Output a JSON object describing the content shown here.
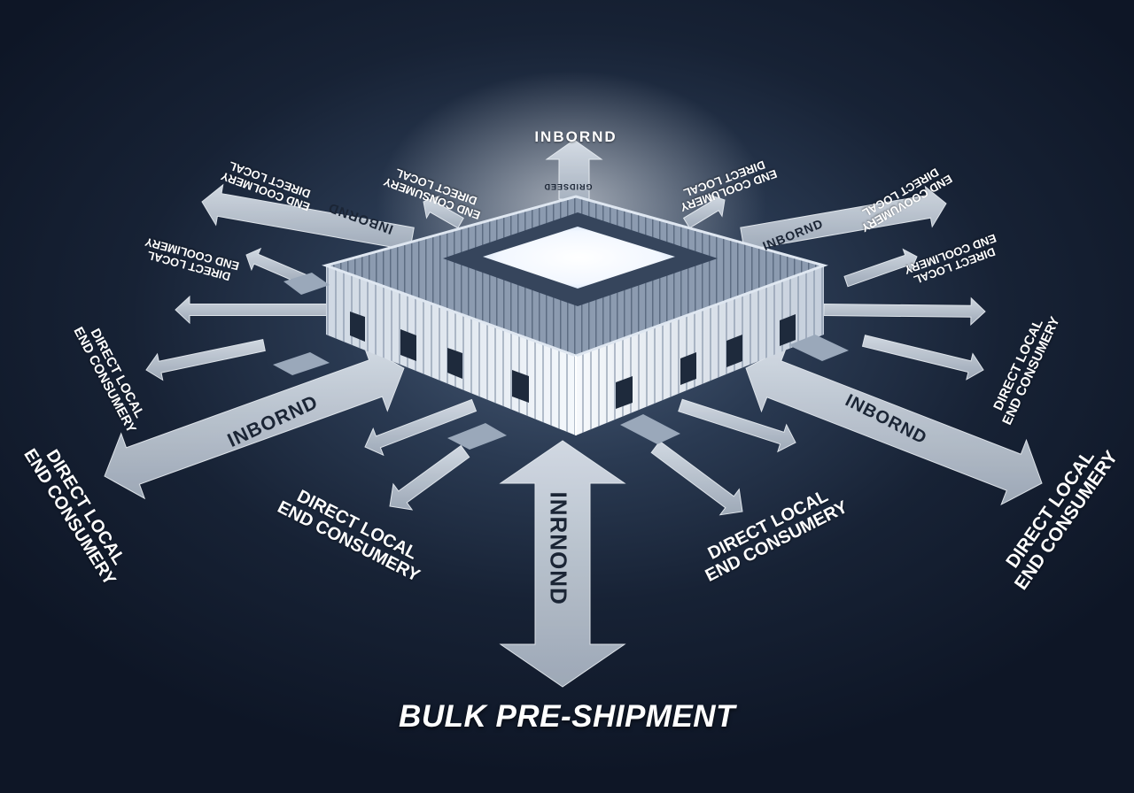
{
  "caption": "BULK PRE-SHIPMENT",
  "labels": {
    "top": "INBORND",
    "top_arrow_mirrored": "GRIDSEED",
    "upper_left_flow": "INBORND",
    "upper_right_flow": "INBORND",
    "left_flow": "INBORND",
    "right_flow": "INBORND",
    "bottom_flow": "INRNOND",
    "direct_local_end_consumery": "DIRECT LOCAL\nEND CONSUMERY",
    "end_coolmery": "END COOLMERY\nDIRECT LOCAL",
    "end_consumery": "END CONSUMERY\nDIRECT LOCAL",
    "end_coolumery": "END COOLUMERY\nDIRECT LOCAL",
    "end_coovumery": "END COOVUMERY\nDIRECT LOCAL",
    "end_coolimery": "DIRECT LOCAL\nEND COOLIMERY",
    "end_coolimery_right": "DIRECT LOCAL\nEND COOLIMERY"
  },
  "colors": {
    "background": "#1b2638",
    "arrow": "#c9d2dd",
    "building": "#e9eef4",
    "glow": "#ffffff"
  }
}
